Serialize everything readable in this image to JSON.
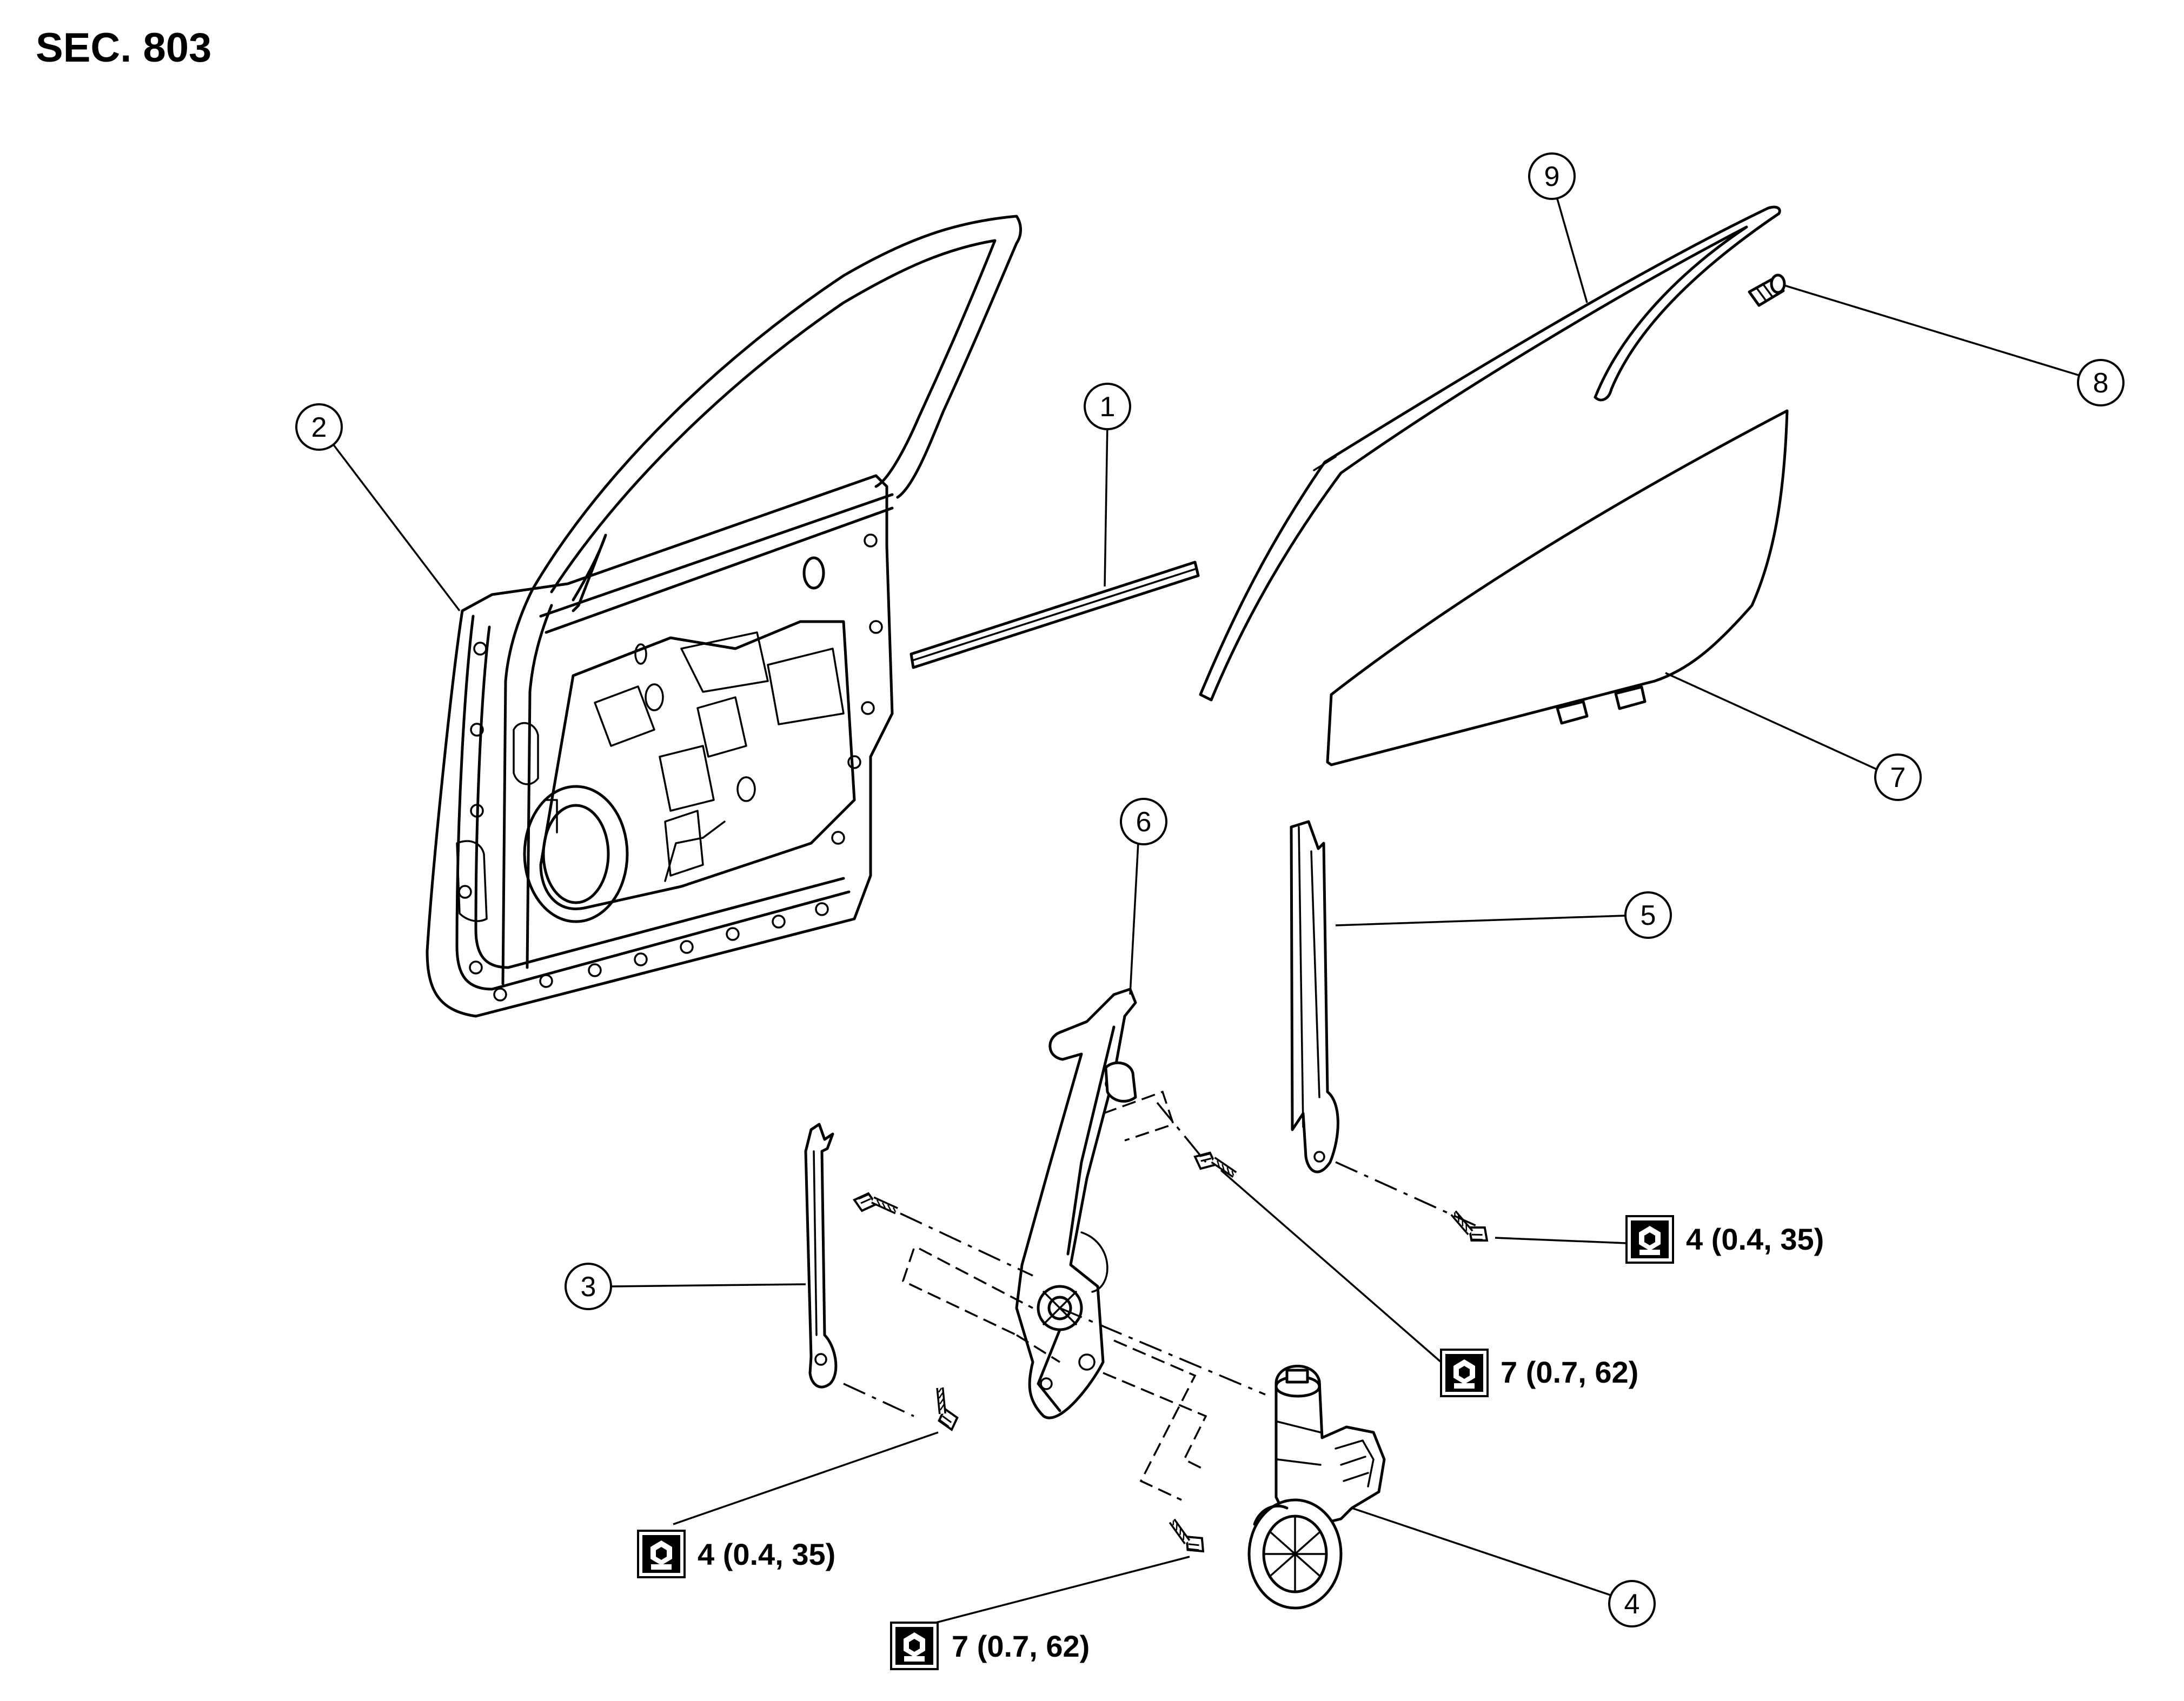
{
  "section_code": "SEC. 803",
  "callouts": {
    "c1": "1",
    "c2": "2",
    "c3": "3",
    "c4": "4",
    "c5": "5",
    "c6": "6",
    "c7": "7",
    "c8": "8",
    "c9": "9"
  },
  "torque_specs": {
    "regulator_bolt_upper": "7 (0.7, 62)",
    "motor_bolt": "7 (0.7, 62)",
    "glass_run_bolt": "4 (0.4, 35)",
    "rail_bolt": "4 (0.4, 35)"
  },
  "icons": {
    "torque": "torque-wrench-icon"
  }
}
